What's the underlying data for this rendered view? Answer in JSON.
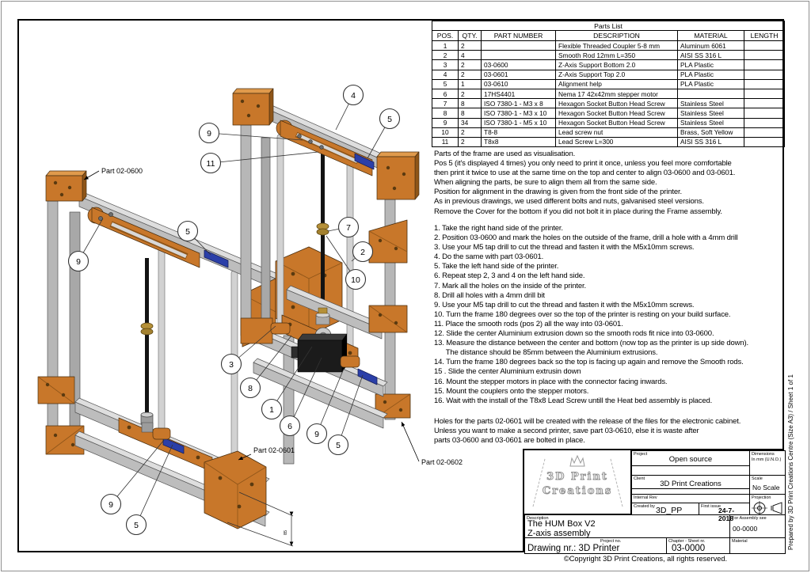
{
  "page": {
    "margin_text": "Prepared by 3D Print Creations Centre (Size A3) / Sheet 1  of 1",
    "copyright": "©Copyright 3D Print Creations, all rights reserved."
  },
  "parts_list": {
    "title": "Parts List",
    "headers": [
      "POS.",
      "QTY.",
      "PART NUMBER",
      "DESCRIPTION",
      "MATERIAL",
      "LENGTH"
    ],
    "rows": [
      [
        "1",
        "2",
        "",
        "Flexible Threaded Coupler 5-8 mm",
        "Aluminum 6061",
        ""
      ],
      [
        "2",
        "4",
        "",
        "Smooth Rod 12mm L=350",
        "AISI SS 316 L",
        ""
      ],
      [
        "3",
        "2",
        "03-0600",
        "Z-Axis Support Bottom 2.0",
        "PLA Plastic",
        ""
      ],
      [
        "4",
        "2",
        "03-0601",
        "Z-Axis Support Top 2.0",
        "PLA Plastic",
        ""
      ],
      [
        "5",
        "1",
        "03-0610",
        "Alignment help",
        "PLA Plastic",
        ""
      ],
      [
        "6",
        "2",
        "17HS4401",
        "Nema 17 42x42mm stepper motor",
        "",
        ""
      ],
      [
        "7",
        "8",
        "ISO 7380-1 - M3 x 8",
        "Hexagon Socket Button Head Screw",
        "Stainless Steel",
        ""
      ],
      [
        "8",
        "8",
        "ISO 7380-1 - M3 x 10",
        "Hexagon Socket Button Head Screw",
        "Stainless Steel",
        ""
      ],
      [
        "9",
        "34",
        "ISO 7380-1 - M5 x 10",
        "Hexagon Socket Button Head Screw",
        "Stainless Steel",
        ""
      ],
      [
        "10",
        "2",
        "T8-8",
        "Lead screw nut",
        "Brass, Soft Yellow",
        ""
      ],
      [
        "11",
        "2",
        "T8x8",
        "Lead Screw L=300",
        "AISI SS 316 L",
        ""
      ]
    ]
  },
  "notes": [
    "Parts of the frame are used as visualisation.",
    "Pos 5 (it's displayed 4 times) you only need to print it once, unless you feel more comfortable",
    "then print it twice to use at the same time on the top and center to align 03-0600 and 03-0601.",
    "When aligning the parts, be sure to align them all from the same side.",
    "Position for alignment in the drawing is given from the front side of the printer.",
    "As in previous drawings, we used different bolts and nuts, galvanised steel versions.",
    "Remove the Cover for the bottom if you did not bolt it in place during the Frame assembly."
  ],
  "steps": [
    "1. Take the right hand side of the printer.",
    "2. Position 03-0600 and mark the holes on the outside of the frame, drill a hole with a 4mm drill",
    "3. Use your M5 tap drill to cut the thread and fasten it with the M5x10mm screws.",
    "4. Do the same with part 03-0601.",
    "5. Take the left hand side of the printer.",
    "6. Repeat step 2, 3 and 4 on the left hand side.",
    "7. Mark all the holes on the inside of the printer.",
    "8. Drill all holes with a 4mm drill bit",
    "9. Use your M5 tap drill to cut the thread and fasten it with the M5x10mm screws.",
    "10. Turn the frame 180 degrees over so the top of the printer is resting on your build surface.",
    "11. Place the smooth rods (pos 2) all the way into 03-0601.",
    "12. Slide the center Aluminium extrusion down so the smooth rods fit nice into 03-0600.",
    "13. Measure the distance between the center and bottom (now top as the printer is up side down).",
    "      The distance should be 85mm between the Aluminium extrusions.",
    "14. Turn the frame 180 degrees back so the top is facing up again and remove the Smooth rods.",
    "15 . Slide the center Aluminium extrusin down",
    "16. Mount the stepper motors in place with the connector facing inwards.",
    "15. Mount the couplers onto the stepper motors.",
    "16. Wait with the install of the T8x8 Lead Screw untill the Heat bed assembly is placed."
  ],
  "footnote": [
    "Holes for the parts 02-0601 will be created with the release of the files for the electronic cabinet.",
    "Unless you want to make a second printer, save part 03-0610, else it is waste after",
    "parts 03-0600 and 03-0601 are bolted in place."
  ],
  "drawing": {
    "balloons": [
      "4",
      "5",
      "9",
      "11",
      "5",
      "7",
      "2",
      "10",
      "9",
      "3",
      "8",
      "1",
      "6",
      "9",
      "5",
      "9",
      "5"
    ],
    "part_labels": [
      {
        "text": "Part 02-0600"
      },
      {
        "text": "Part 02-0601"
      },
      {
        "text": "Part 02-0602"
      }
    ],
    "dimension_label": "85"
  },
  "title_block": {
    "project_label": "Project",
    "project_value": "Open source",
    "client_label": "Client",
    "client_value": "3D Print Creations",
    "internal_rev_label": "Internal Rev",
    "created_by_label": "Created by",
    "created_by_value": "3D_PP",
    "first_issue_label": "First issue",
    "first_issue_value": "24-7-2018",
    "dimensions_label": "Dimensions",
    "dimensions_value": "In mm (U.N.O.)",
    "scale_label": "Scale",
    "scale_value": "No Scale",
    "projection_label": "Projection",
    "description_label": "Description",
    "description_line1": "The HUM Box V2",
    "description_line2": "Z-axis assembly",
    "for_assembly_label": "For Assembly see",
    "for_assembly_value": "00-0000",
    "project_no_label": "Project no.",
    "drawing_nr_value": "Drawing nr.: 3D Printer",
    "chapter_label": "Chapter - Sheet nr.",
    "chapter_value": "03-0000",
    "material_label": "Material",
    "logo_line1": "3D Print",
    "logo_line2": "Creations"
  },
  "colors": {
    "orange": "#C8772A",
    "beam_gray": "#BDBDBD",
    "blue_insert": "#2B3FA8",
    "brass": "#B59038"
  }
}
